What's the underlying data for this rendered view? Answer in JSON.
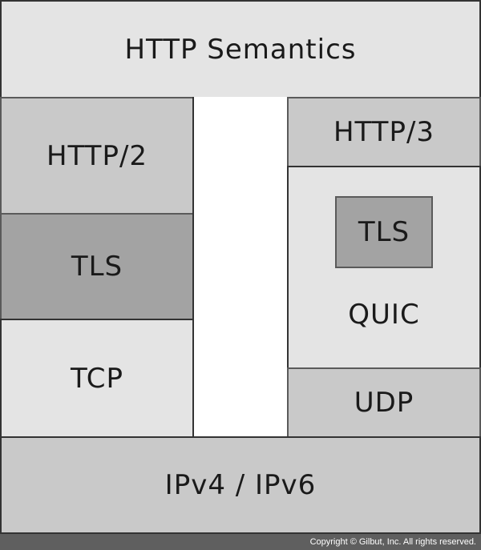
{
  "layers": {
    "http_semantics": "HTTP Semantics",
    "http2": "HTTP/2",
    "tls_left": "TLS",
    "tcp": "TCP",
    "http3": "HTTP/3",
    "tls_right": "TLS",
    "quic": "QUIC",
    "udp": "UDP",
    "ip": "IPv4 / IPv6"
  },
  "footer": {
    "copyright": "Copyright © Gilbut, Inc. All rights reserved."
  },
  "colors": {
    "light": "#e4e4e4",
    "mid": "#c9c9c9",
    "dark": "#a3a3a3",
    "border": "#333333",
    "footer_bg": "#5f5f5f"
  }
}
